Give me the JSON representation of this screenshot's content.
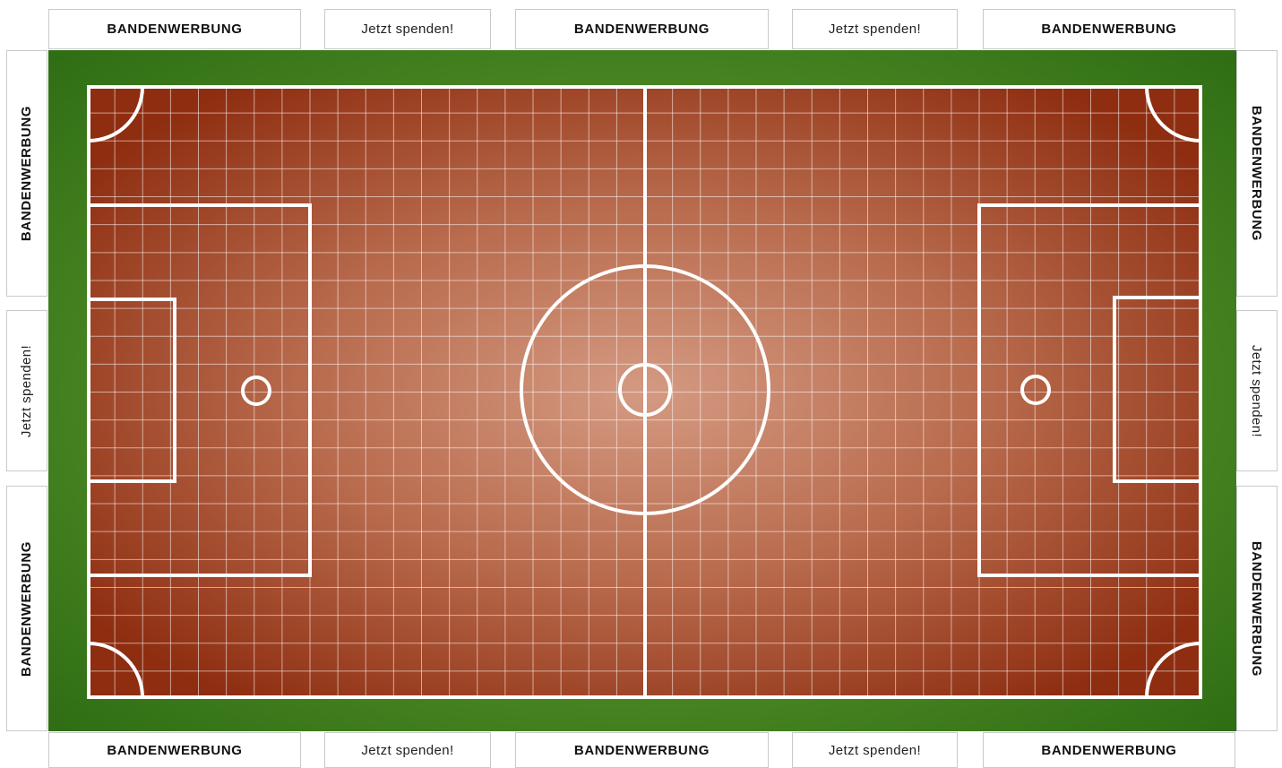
{
  "boards": {
    "top": [
      "BANDENWERBUNG",
      "Jetzt spenden!",
      "BANDENWERBUNG",
      "Jetzt spenden!",
      "BANDENWERBUNG"
    ],
    "bottom": [
      "BANDENWERBUNG",
      "Jetzt spenden!",
      "BANDENWERBUNG",
      "Jetzt spenden!",
      "BANDENWERBUNG"
    ],
    "left": [
      "BANDENWERBUNG",
      "Jetzt spenden!",
      "BANDENWERBUNG"
    ],
    "right": [
      "BANDENWERBUNG",
      "Jetzt spenden!",
      "BANDENWERBUNG"
    ]
  },
  "grid": {
    "columns": 40,
    "rows": 22
  },
  "colors": {
    "grass_light": "#6faa35",
    "grass_dark": "#2f6d15",
    "pitch_center": "#d49a82",
    "pitch_mid": "#b86a4c",
    "pitch_edge": "#8e2d10",
    "lines": "#ffffff"
  }
}
